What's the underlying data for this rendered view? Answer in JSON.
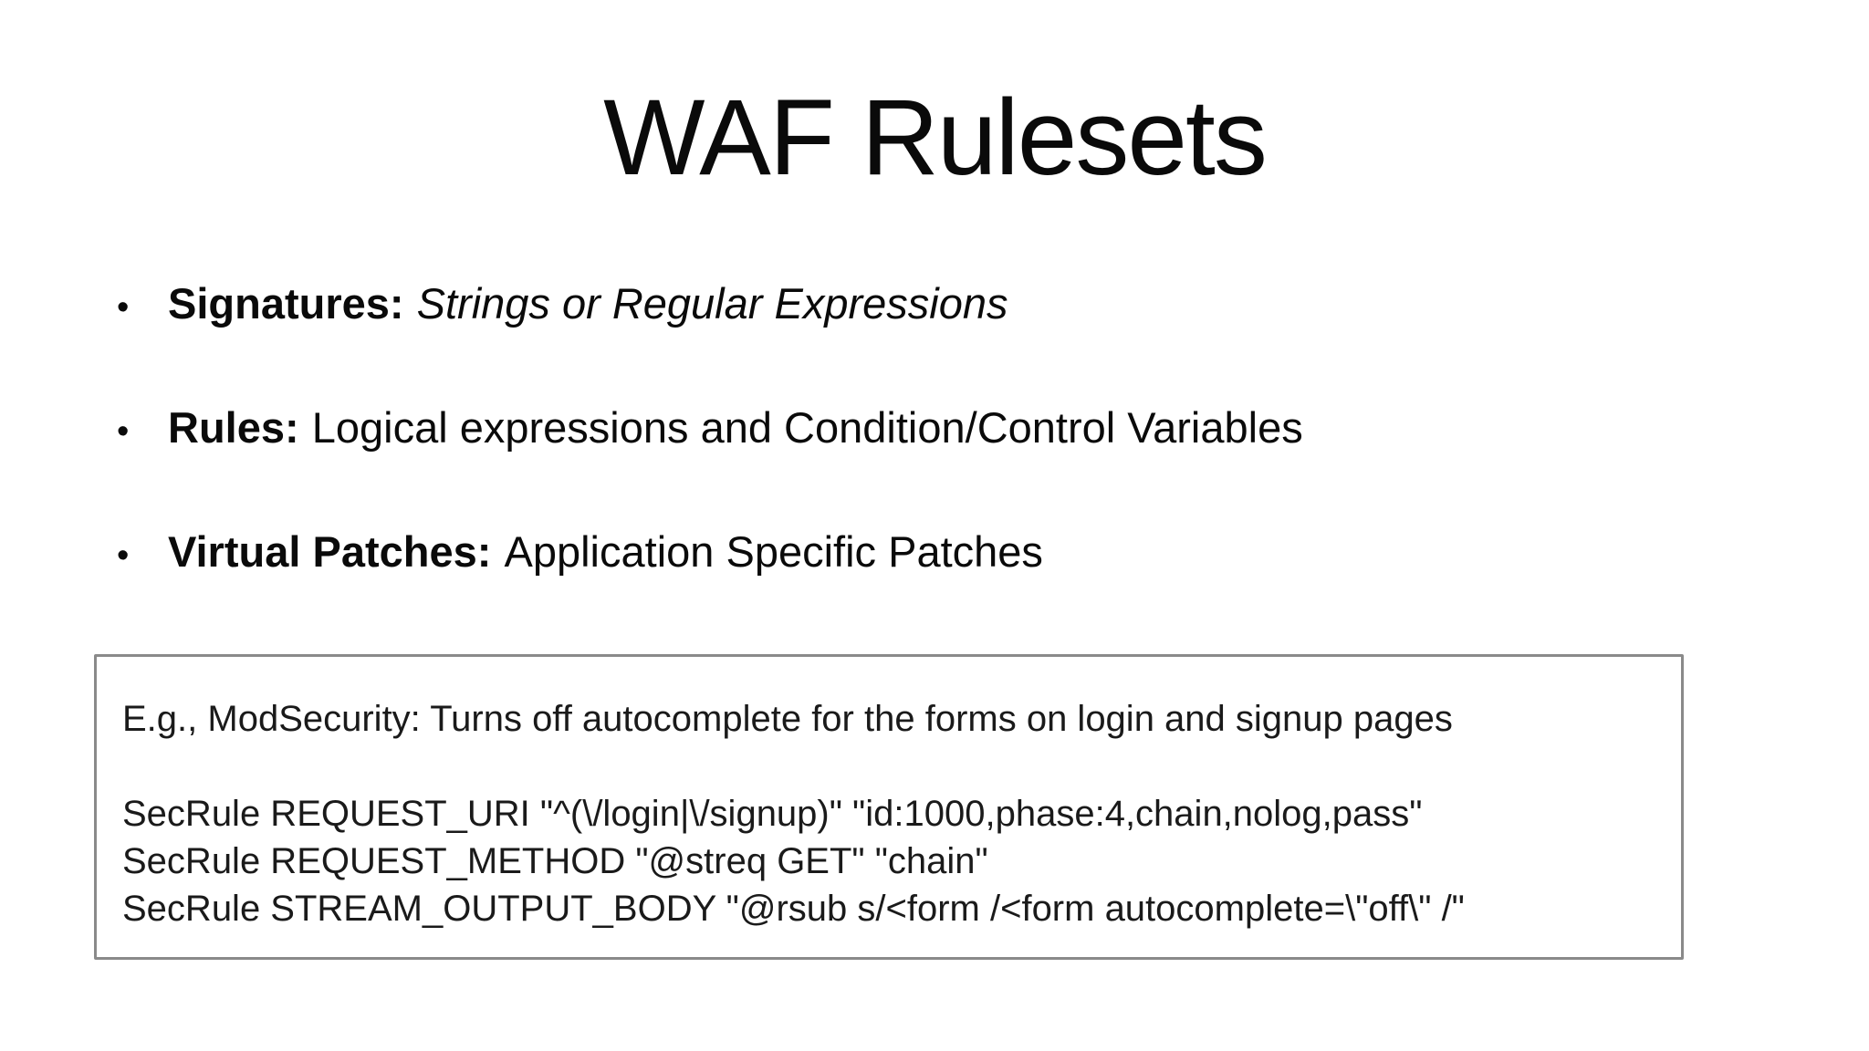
{
  "slide": {
    "title": "WAF Rulesets",
    "bullet_glyph": "•",
    "bullets": [
      {
        "label": "Signatures:",
        "text": "Strings or Regular Expressions"
      },
      {
        "label": "Rules:",
        "text": "Logical expressions and Condition/Control Variables"
      },
      {
        "label": "Virtual Patches:",
        "text": "Application Specific Patches"
      }
    ],
    "example_box": {
      "description": "E.g., ModSecurity: Turns off autocomplete for the forms on login and signup pages",
      "code_lines": [
        "SecRule REQUEST_URI \"^(\\/login|\\/signup)\" \"id:1000,phase:4,chain,nolog,pass\"",
        "SecRule REQUEST_METHOD \"@streq GET\" \"chain\"",
        "SecRule STREAM_OUTPUT_BODY \"@rsub s/<form /<form autocomplete=\\\"off\\\" /\""
      ]
    },
    "colors": {
      "text": "#111111",
      "background": "#ffffff",
      "box_border": "#8a8a8a"
    }
  }
}
